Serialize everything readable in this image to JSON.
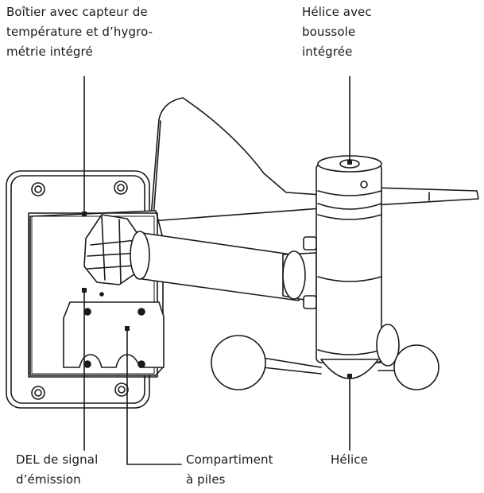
{
  "labels": {
    "housing": [
      "Boîtier avec capteur de",
      "température et d’hygro-",
      "métrie intégré"
    ],
    "propeller_compass": [
      "Hélice avec",
      "boussole",
      "intégrée"
    ],
    "led": [
      "DEL de signal",
      "d’émission"
    ],
    "battery": [
      "Compartiment",
      "à piles"
    ],
    "propeller": [
      "Hélice"
    ]
  },
  "colors": {
    "stroke": "#1a1a1a",
    "fill": "#ffffff"
  }
}
